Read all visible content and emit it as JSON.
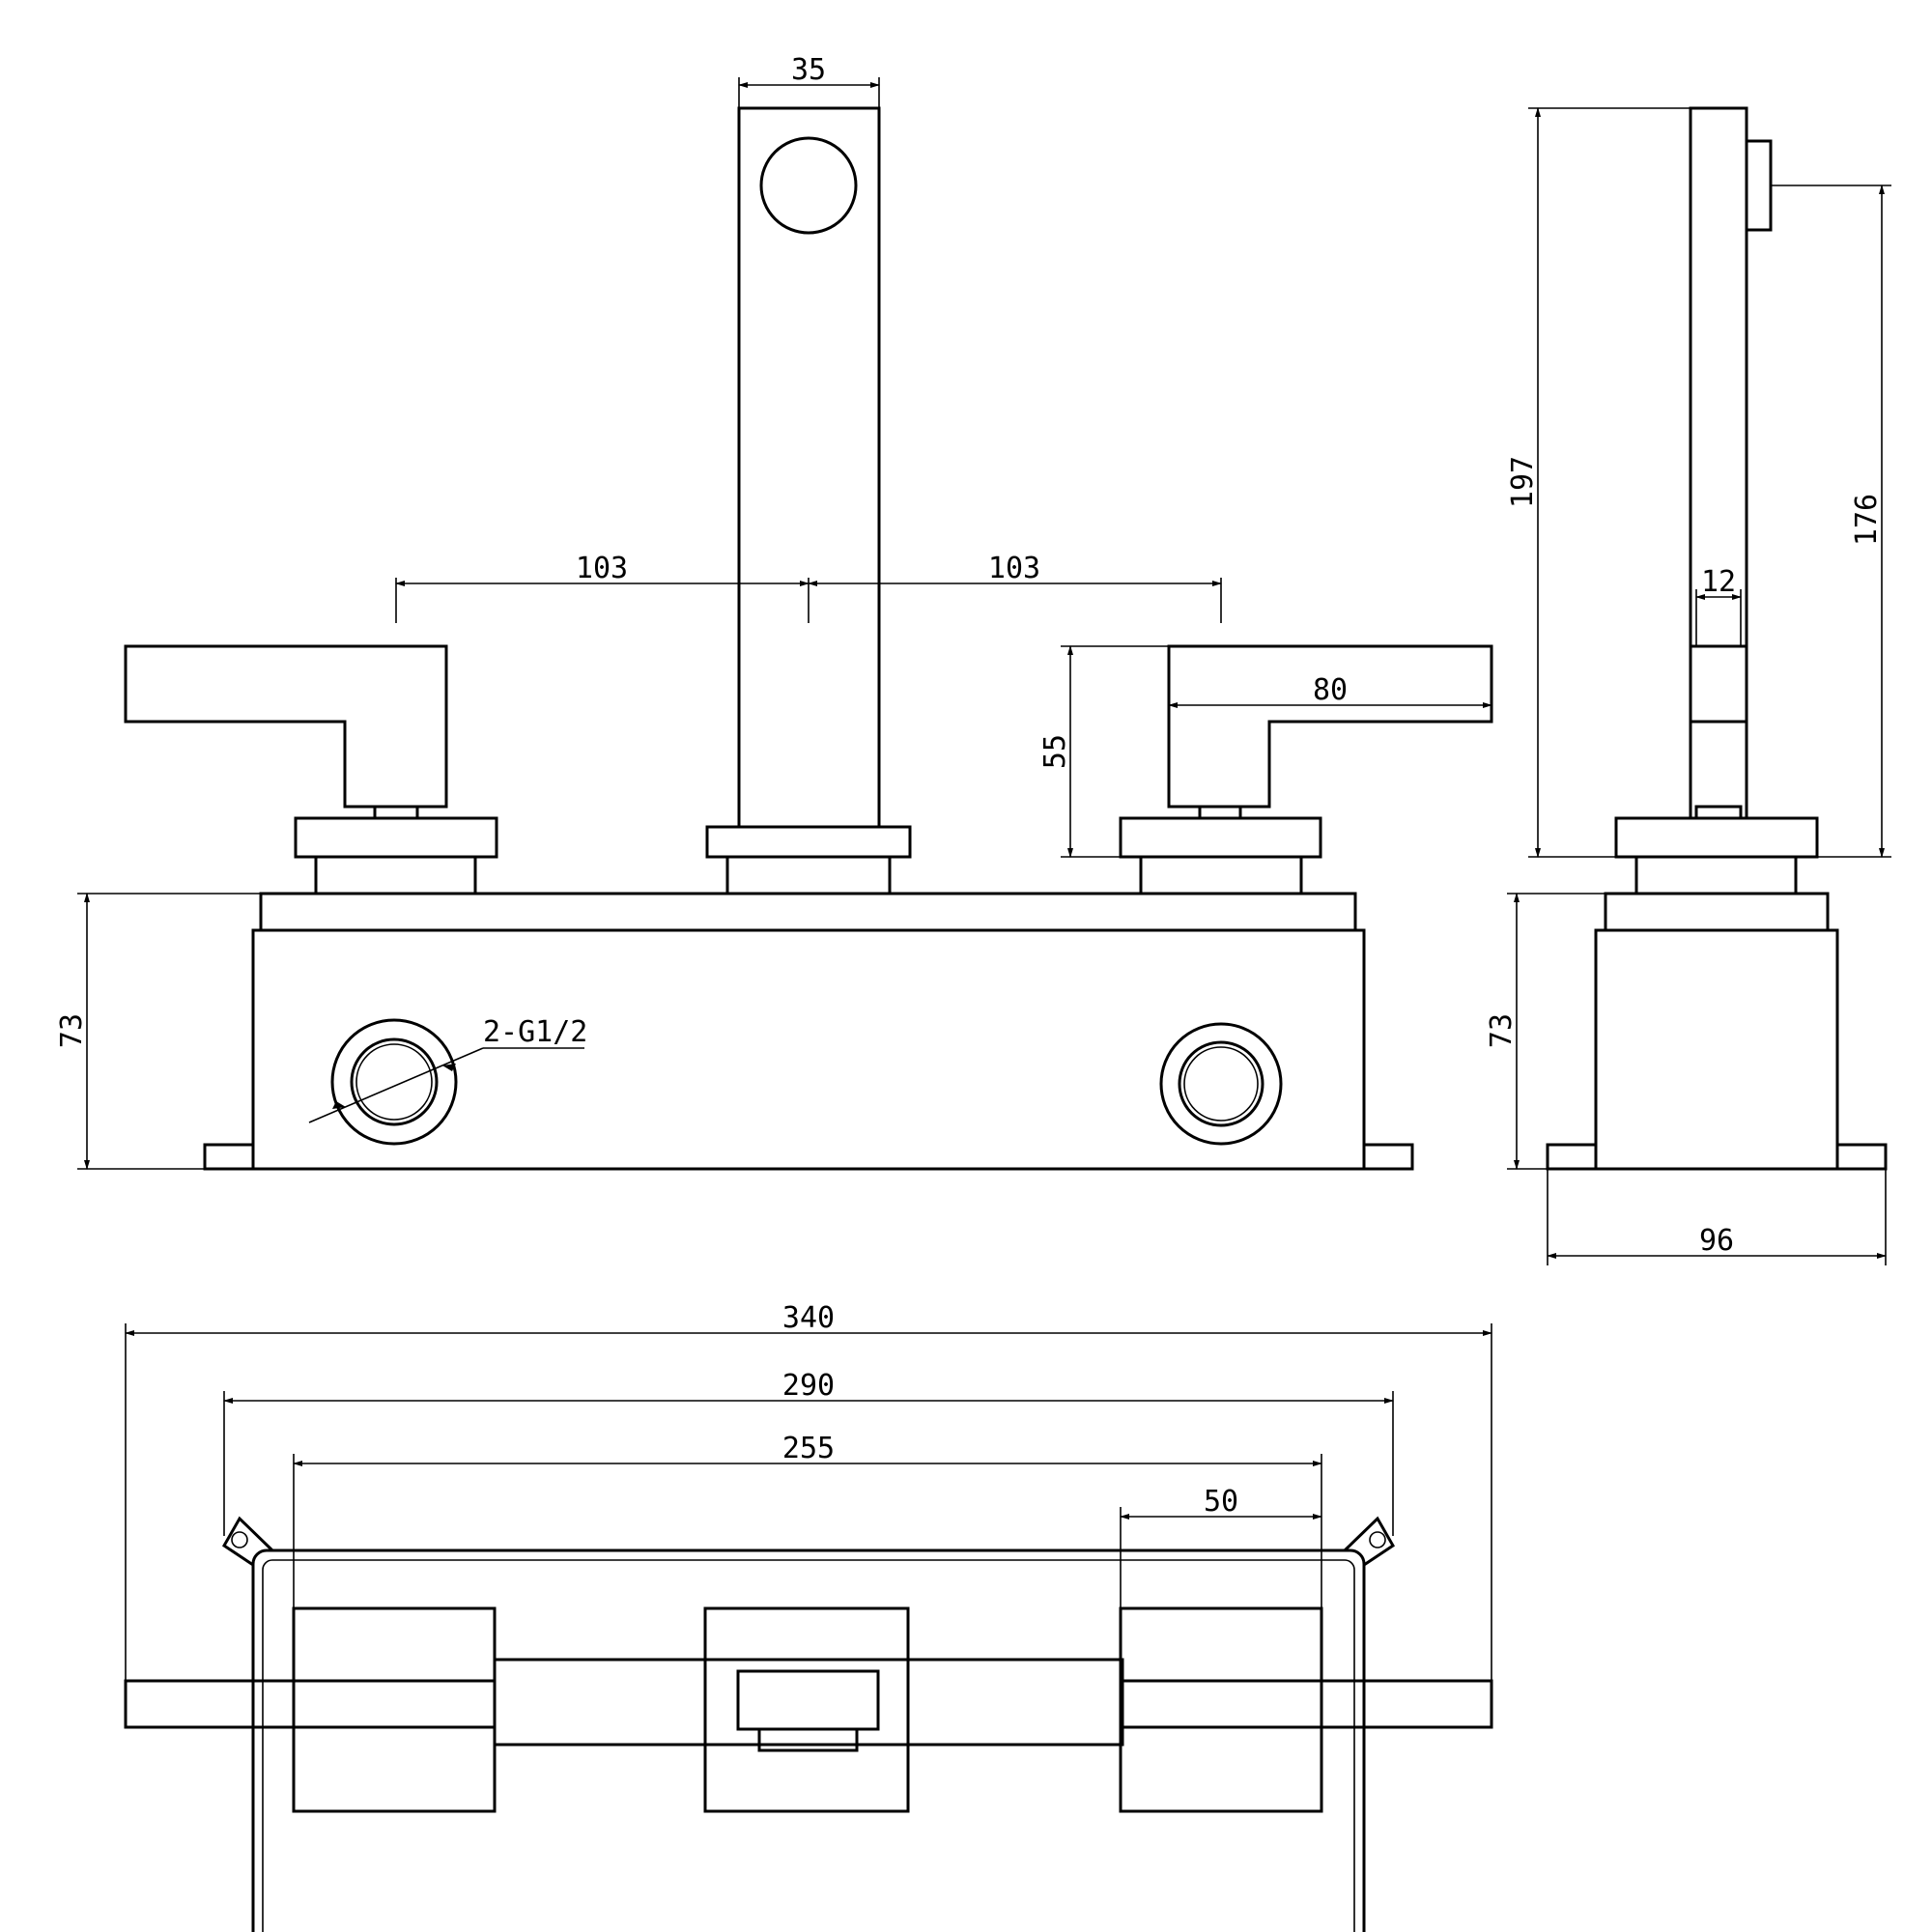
{
  "drawing": {
    "front_view": {
      "spout_width": "35",
      "spacing_left": "103",
      "spacing_right": "103",
      "handle_height": "55",
      "handle_length": "80",
      "body_height": "73",
      "inlet_label": "2-G1/2"
    },
    "side_view": {
      "total_height": "197",
      "spout_outlet_height": "176",
      "spout_thickness": "12",
      "body_height": "73",
      "base_depth": "96"
    },
    "top_view": {
      "overall_length": "340",
      "plate_length": "290",
      "body_length": "255",
      "handle_block": "50"
    }
  }
}
